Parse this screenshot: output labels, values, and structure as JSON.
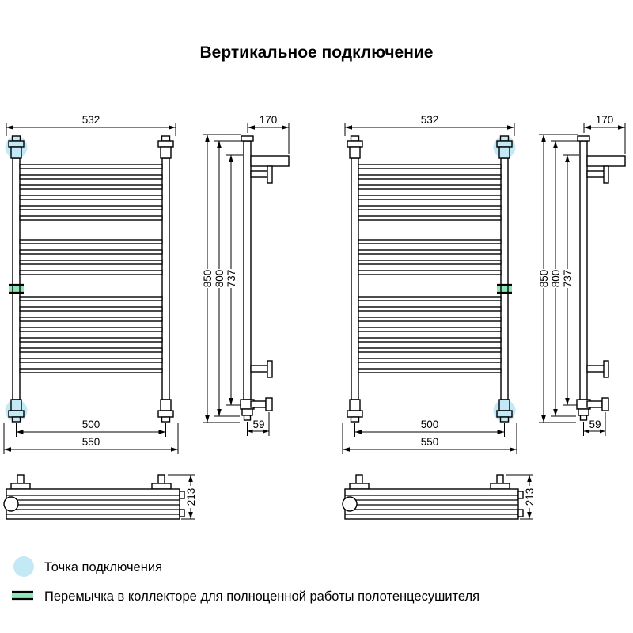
{
  "title": "Вертикальное подключение",
  "dims": {
    "top_width": "532",
    "side_top": "170",
    "h_overall": "850",
    "h_frame": "800",
    "h_inner": "737",
    "bottom_inner": "500",
    "bottom_outer": "550",
    "side_offset": "59",
    "top_view_depth": "213"
  },
  "legend": {
    "connection": "Точка подключения",
    "jumper": "Перемычка в коллекторе для полноценной работы полотенцесушителя"
  },
  "colors": {
    "connection_point": "#c3e9f6",
    "jumper_fill": "#8fe6b8",
    "line": "#000000"
  }
}
